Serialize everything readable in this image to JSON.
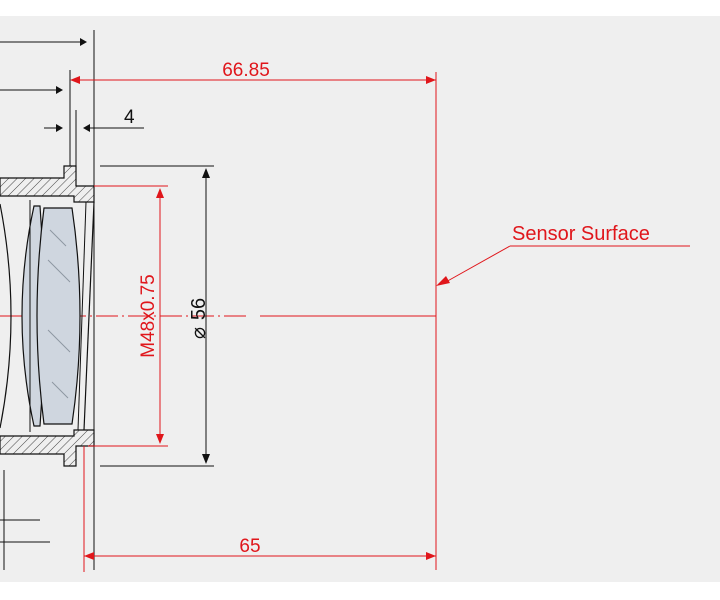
{
  "drawing": {
    "colors": {
      "background": "#efefef",
      "page": "#ffffff",
      "dimension_red": "#e0161b",
      "outline_black": "#111111",
      "lens_glass": "#cfd6df"
    },
    "annotations": {
      "total_length": "66.85",
      "flange_length": "65",
      "step_width": "4",
      "thread_spec": "M48x0.75",
      "outer_diameter_symbol": "⌀",
      "outer_diameter_value": "56",
      "sensor_label": "Sensor Surface"
    }
  }
}
